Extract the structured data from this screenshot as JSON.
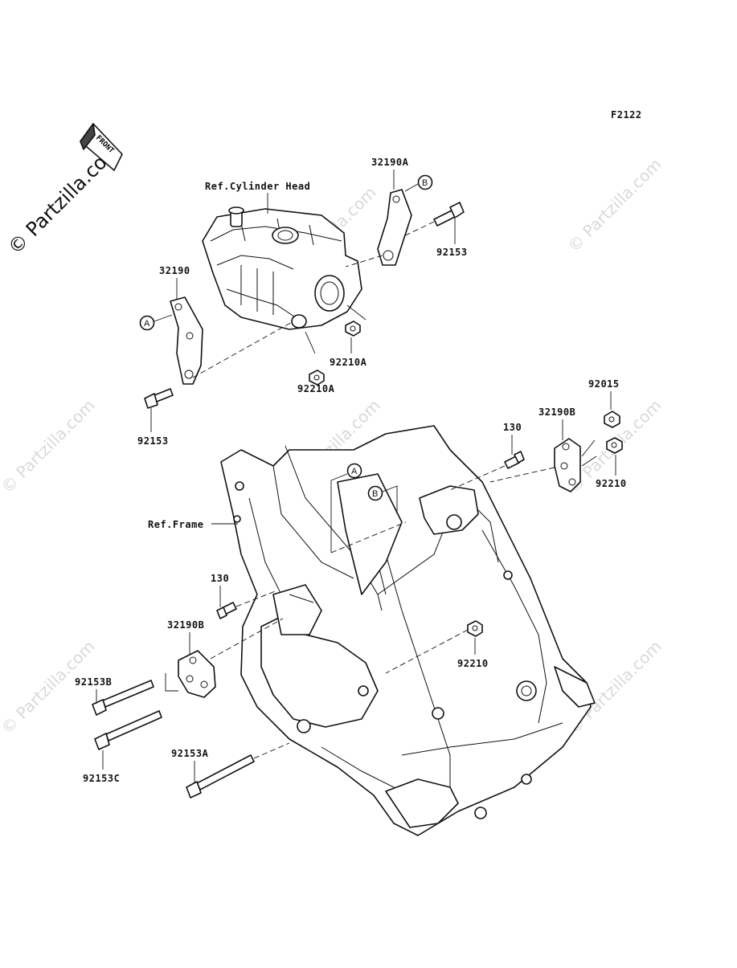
{
  "diagram_code": "F2122",
  "watermark": "© Partzilla.com",
  "watermark_small": "© Partzilla.com",
  "front_arrow_label": "FRONT",
  "reference_labels": {
    "cylinder_head": "Ref.Cylinder Head",
    "frame": "Ref.Frame"
  },
  "callout_letters": {
    "a": "A",
    "b": "B"
  },
  "part_labels": {
    "bracket_32190a": "32190A",
    "bolt_92153_top": "92153",
    "bracket_32190": "32190",
    "nut_92210a_right": "92210A",
    "nut_92210a_left": "92210A",
    "bolt_92153_left": "92153",
    "nut_92015": "92015",
    "bolt_130_top": "130",
    "bracket_32190b_top": "32190B",
    "nut_92210_top": "92210",
    "bolt_130_left": "130",
    "bracket_32190b_left": "32190B",
    "nut_92210_center": "92210",
    "bolt_92153b": "92153B",
    "bolt_92153c": "92153C",
    "bolt_92153a": "92153A"
  }
}
